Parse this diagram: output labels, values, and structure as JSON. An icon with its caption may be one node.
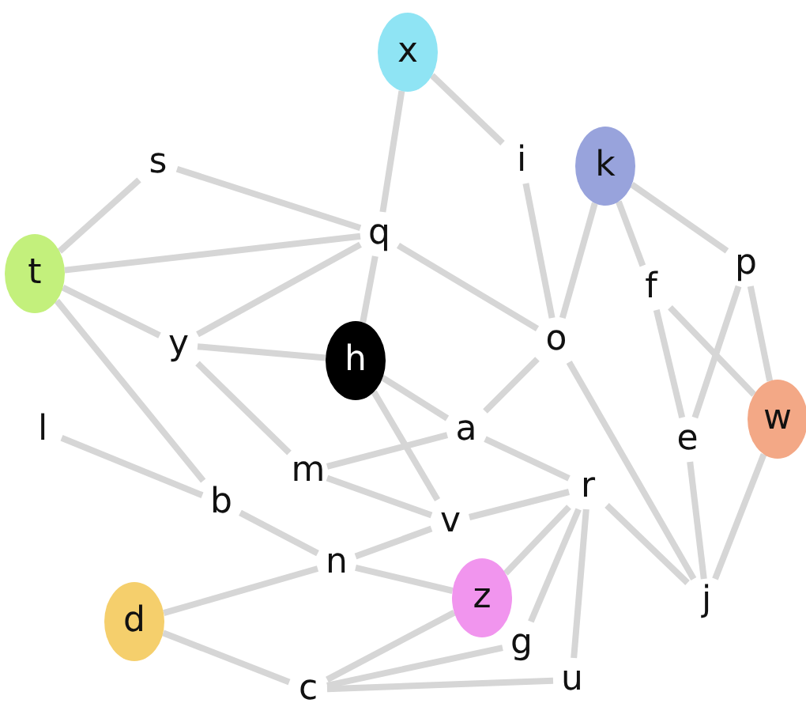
{
  "diagram": {
    "nodes": [
      {
        "text": [
          "x"
        ]
      },
      {
        "text": [
          "i"
        ]
      },
      {
        "text": [
          "k"
        ]
      },
      {
        "text": [
          "s"
        ]
      },
      {
        "text": [
          "q"
        ]
      },
      {
        "text": [
          "t"
        ]
      },
      {
        "text": [
          "f"
        ]
      },
      {
        "text": [
          "p"
        ]
      },
      {
        "text": [
          "y"
        ]
      },
      {
        "text": [
          "h"
        ]
      },
      {
        "text": [
          "o"
        ]
      },
      {
        "text": [
          "a"
        ]
      },
      {
        "text": [
          "w"
        ]
      },
      {
        "text": [
          "e"
        ]
      },
      {
        "text": [
          "l"
        ]
      },
      {
        "text": [
          "m"
        ]
      },
      {
        "text": [
          "b"
        ]
      },
      {
        "text": [
          "r"
        ]
      },
      {
        "text": [
          "v"
        ]
      },
      {
        "text": [
          "n"
        ]
      },
      {
        "text": [
          "z"
        ]
      },
      {
        "text": [
          "j"
        ]
      },
      {
        "text": [
          "d"
        ]
      },
      {
        "text": [
          "g"
        ]
      },
      {
        "text": [
          "u"
        ]
      },
      {
        "text": [
          "c"
        ]
      }
    ],
    "edges": [
      {
        "from": 0,
        "to": 4,
        "arrow": "none"
      },
      {
        "from": 0,
        "to": 1,
        "arrow": "none"
      },
      {
        "from": 1,
        "to": 10,
        "arrow": "none"
      },
      {
        "from": 2,
        "to": 10,
        "arrow": "none"
      },
      {
        "from": 2,
        "to": 6,
        "arrow": "none"
      },
      {
        "from": 2,
        "to": 7,
        "arrow": "none"
      },
      {
        "from": 3,
        "to": 5,
        "arrow": "none"
      },
      {
        "from": 3,
        "to": 4,
        "arrow": "none"
      },
      {
        "from": 5,
        "to": 4,
        "arrow": "none"
      },
      {
        "from": 5,
        "to": 8,
        "arrow": "none"
      },
      {
        "from": 5,
        "to": 16,
        "arrow": "none"
      },
      {
        "from": 4,
        "to": 8,
        "arrow": "none"
      },
      {
        "from": 4,
        "to": 9,
        "arrow": "none"
      },
      {
        "from": 4,
        "to": 10,
        "arrow": "none"
      },
      {
        "from": 8,
        "to": 9,
        "arrow": "none"
      },
      {
        "from": 8,
        "to": 15,
        "arrow": "none"
      },
      {
        "from": 9,
        "to": 11,
        "arrow": "none"
      },
      {
        "from": 9,
        "to": 18,
        "arrow": "none"
      },
      {
        "from": 10,
        "to": 11,
        "arrow": "none"
      },
      {
        "from": 10,
        "to": 21,
        "arrow": "none"
      },
      {
        "from": 11,
        "to": 15,
        "arrow": "none"
      },
      {
        "from": 11,
        "to": 17,
        "arrow": "none"
      },
      {
        "from": 6,
        "to": 13,
        "arrow": "none"
      },
      {
        "from": 6,
        "to": 12,
        "arrow": "none"
      },
      {
        "from": 7,
        "to": 13,
        "arrow": "none"
      },
      {
        "from": 7,
        "to": 12,
        "arrow": "none"
      },
      {
        "from": 13,
        "to": 21,
        "arrow": "none"
      },
      {
        "from": 12,
        "to": 21,
        "arrow": "none"
      },
      {
        "from": 14,
        "to": 16,
        "arrow": "none"
      },
      {
        "from": 16,
        "to": 19,
        "arrow": "none"
      },
      {
        "from": 15,
        "to": 18,
        "arrow": "none"
      },
      {
        "from": 18,
        "to": 17,
        "arrow": "none"
      },
      {
        "from": 19,
        "to": 18,
        "arrow": "none"
      },
      {
        "from": 19,
        "to": 20,
        "arrow": "none"
      },
      {
        "from": 19,
        "to": 22,
        "arrow": "none"
      },
      {
        "from": 17,
        "to": 20,
        "arrow": "none"
      },
      {
        "from": 17,
        "to": 23,
        "arrow": "none"
      },
      {
        "from": 17,
        "to": 24,
        "arrow": "none"
      },
      {
        "from": 17,
        "to": 21,
        "arrow": "none"
      },
      {
        "from": 20,
        "to": 25,
        "arrow": "none"
      },
      {
        "from": 23,
        "to": 25,
        "arrow": "none"
      },
      {
        "from": 24,
        "to": 25,
        "arrow": "none"
      },
      {
        "from": 22,
        "to": 25,
        "arrow": "none"
      }
    ]
  }
}
